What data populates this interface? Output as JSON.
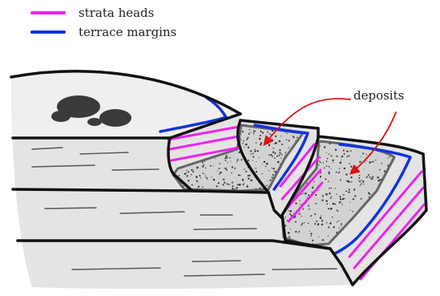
{
  "legend": {
    "items": [
      {
        "label": "strata heads",
        "color": "#ee22ee"
      },
      {
        "label": "terrace margins",
        "color": "#1133dd"
      }
    ]
  },
  "annotation": {
    "label": "deposits",
    "arrow_color": "#dd1111"
  },
  "colors": {
    "outline": "#111111",
    "deposit_outline": "#666666",
    "rock_fill": "#e4e4e4",
    "rock_fill_light": "#efefef",
    "deposit_fill": "#d2d2d2",
    "boulder_fill": "#3a3a3a",
    "bedding_line": "#555555"
  }
}
